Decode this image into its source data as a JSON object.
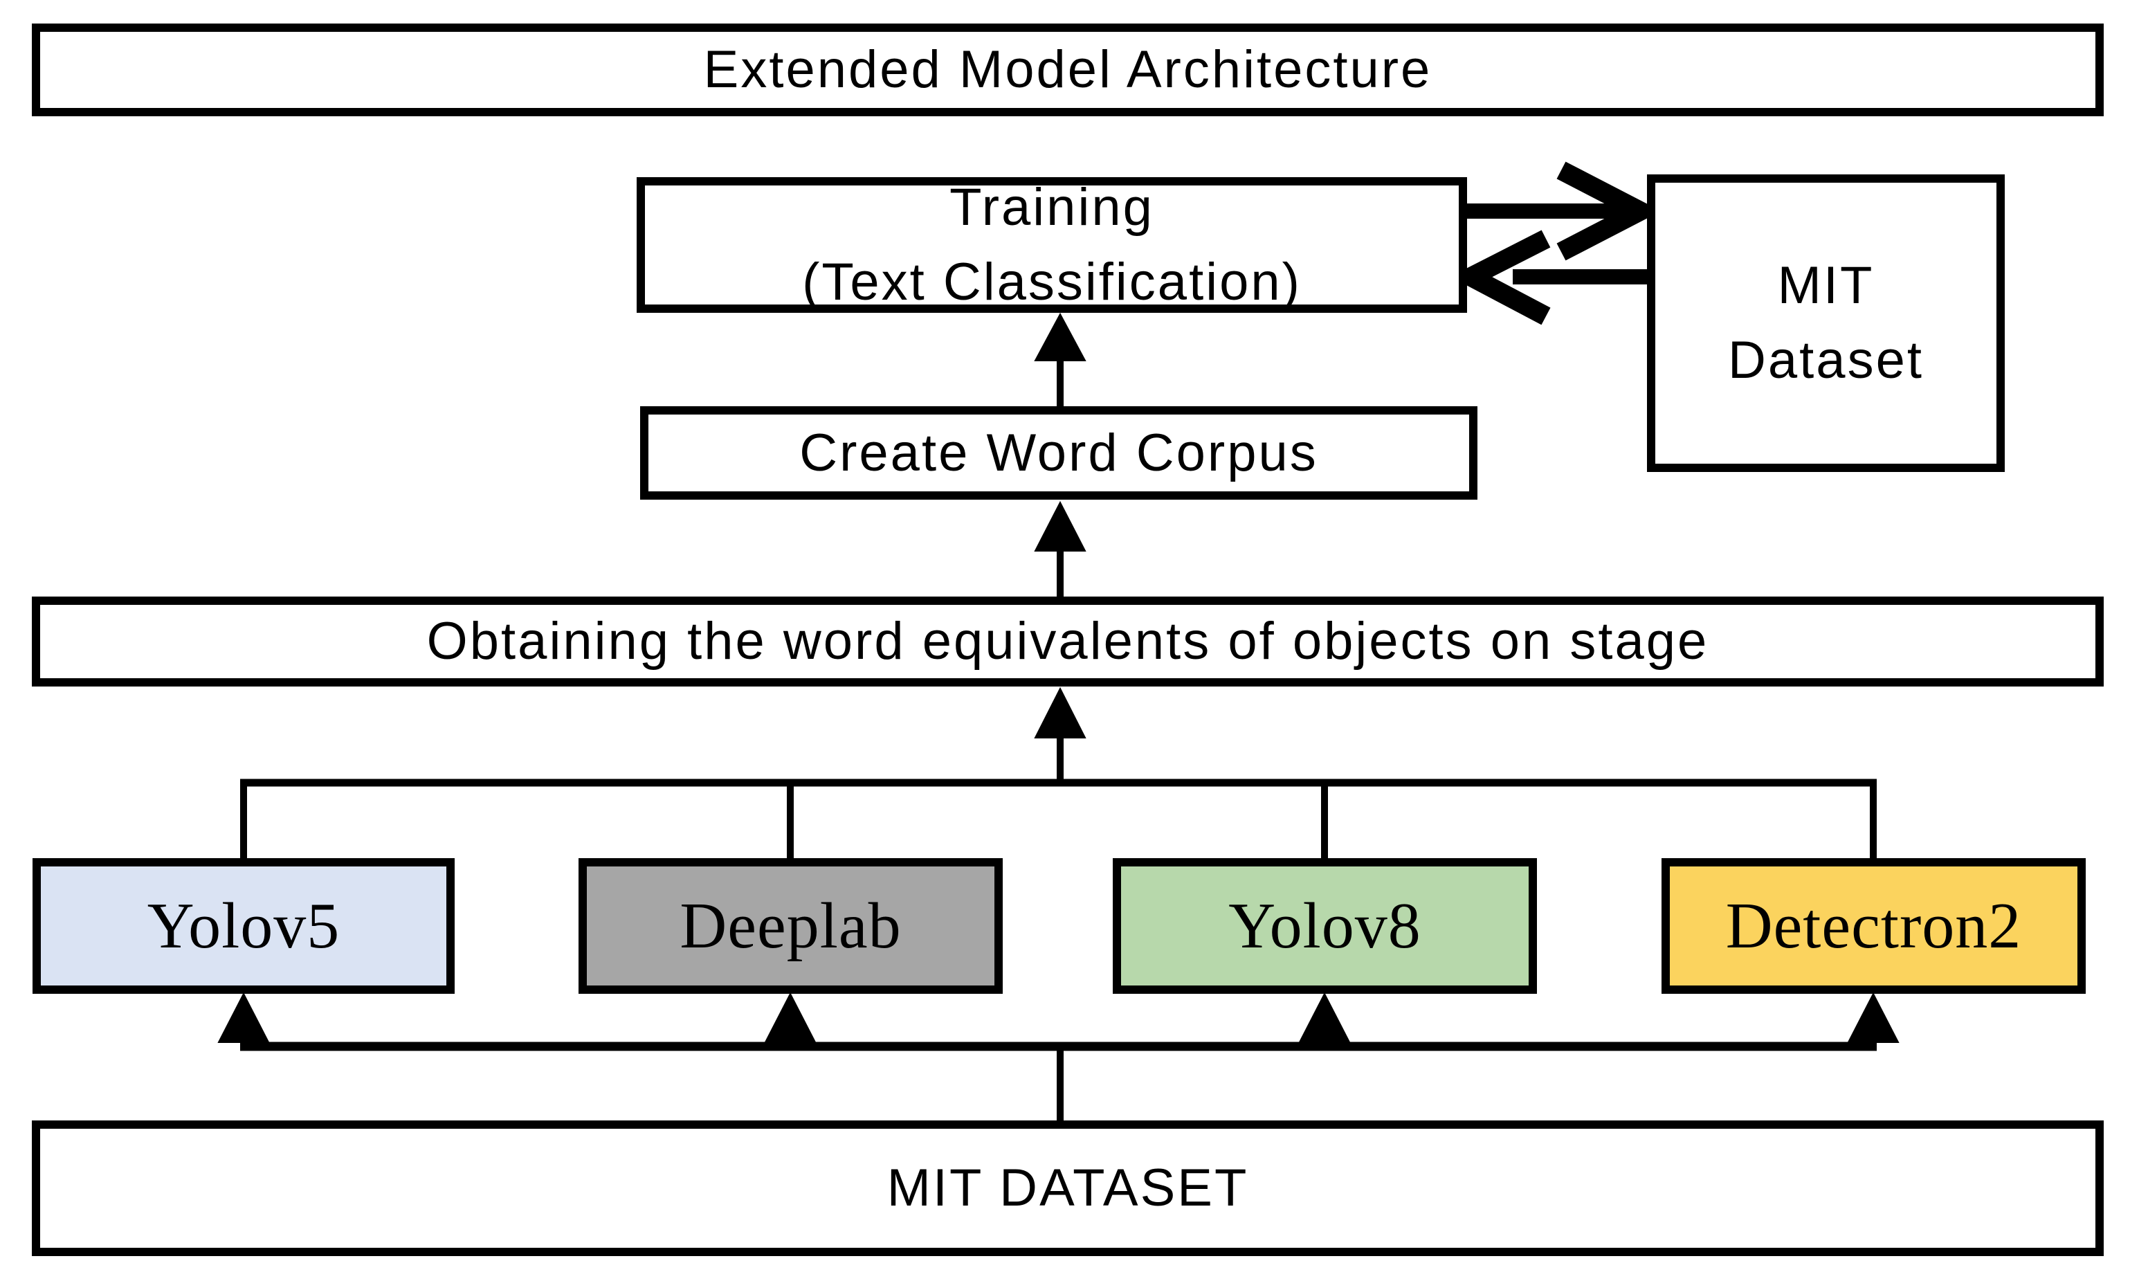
{
  "diagram": {
    "title": "Extended Model Architecture",
    "nodes": {
      "training": {
        "line1": "Training",
        "line2": "(Text Classification)"
      },
      "mit_dataset_side": {
        "line1": "MIT",
        "line2": "Dataset"
      },
      "create_word_corpus": {
        "label": "Create Word Corpus"
      },
      "obtaining": {
        "label": "Obtaining the word equivalents of objects on stage"
      },
      "mit_dataset_bottom": {
        "label": "MIT DATASET"
      }
    },
    "models": [
      {
        "label": "Yolov5",
        "color": "#dae3f3"
      },
      {
        "label": "Deeplab",
        "color": "#a6a6a6"
      },
      {
        "label": "Yolov8",
        "color": "#b7d8ab"
      },
      {
        "label": "Detectron2",
        "color": "#fbd35e"
      }
    ],
    "colors": {
      "border": "#000000",
      "connector": "#000000",
      "background": "#ffffff"
    },
    "connections": [
      "MIT DATASET -> Yolov5",
      "MIT DATASET -> Deeplab",
      "MIT DATASET -> Yolov8",
      "MIT DATASET -> Detectron2",
      "models -> Obtaining the word equivalents of objects on stage",
      "Obtaining the word equivalents of objects on stage -> Create Word Corpus",
      "Create Word Corpus -> Training (Text Classification)",
      "Training (Text Classification) <-> MIT Dataset"
    ]
  }
}
